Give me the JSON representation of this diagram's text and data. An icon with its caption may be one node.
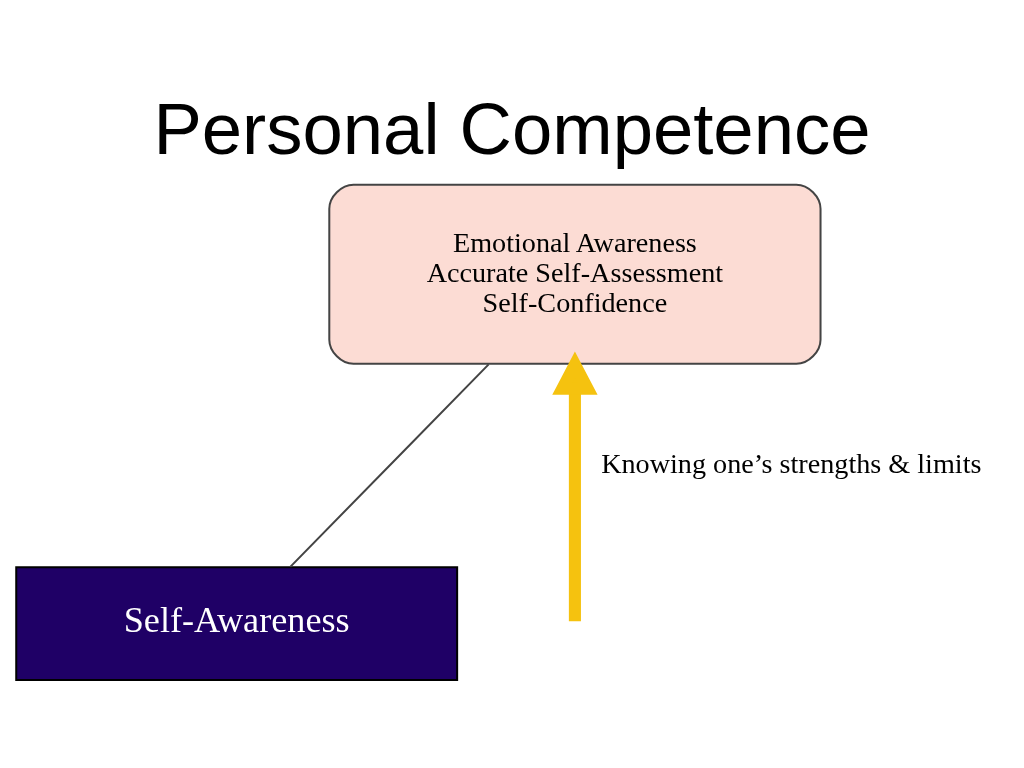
{
  "diagram": {
    "title": "Personal Competence",
    "nodes": [
      {
        "text": [
          "Self-Awareness"
        ]
      },
      {
        "text": [
          "Emotional Awareness",
          "Accurate Self-Assessment",
          "Self-Confidence"
        ]
      }
    ],
    "edges": [
      {
        "from": 1,
        "to": 0,
        "arrow": "none"
      },
      {
        "from": null,
        "to": 1,
        "arrow": "to",
        "label": "Knowing one’s strengths & limits",
        "style": "thick",
        "color": "#f5c20f"
      }
    ]
  }
}
